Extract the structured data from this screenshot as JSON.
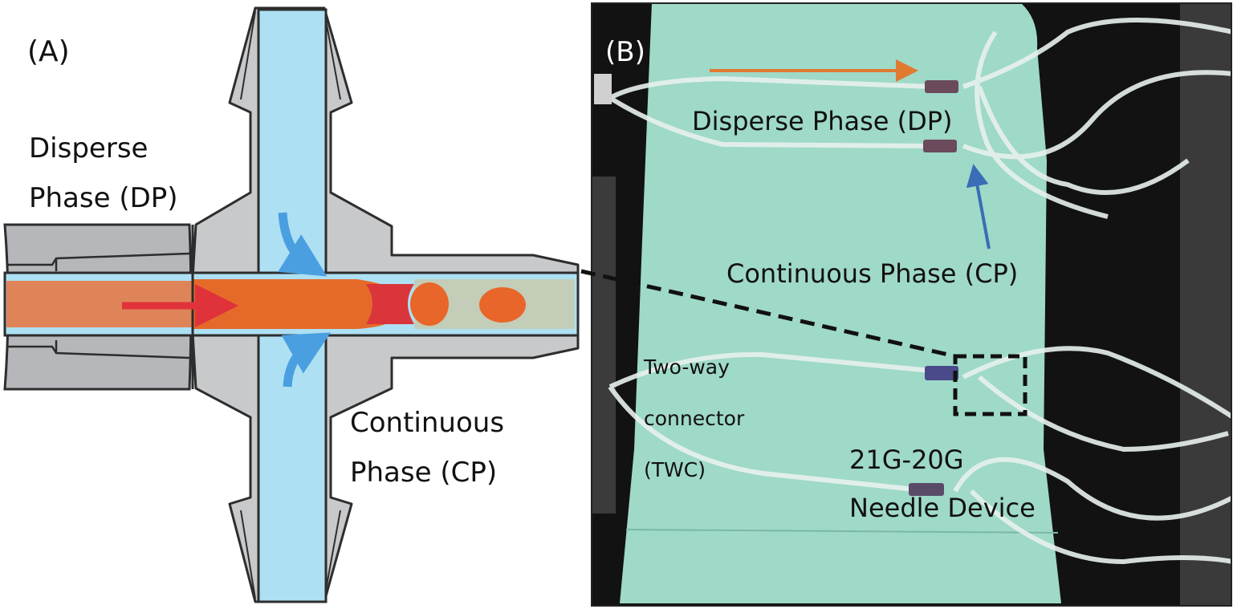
{
  "panel_a": {
    "tag": "(A)",
    "dp_label_line1": "Disperse",
    "dp_label_line2": "Phase (DP)",
    "cp_label_line1": "Continuous",
    "cp_label_line2": "Phase (CP)"
  },
  "panel_b": {
    "tag": "(B)",
    "dp_label": "Disperse Phase (DP)",
    "cp_label": "Continuous Phase (CP)",
    "twc_line1": "Two-way",
    "twc_line2": "connector",
    "twc_line3": "(TWC)",
    "needle_line1": "21G-20G",
    "needle_line2": "Needle Device"
  },
  "colors": {
    "body_gray": "#c8c9cb",
    "channel_blue": "#aee0f3",
    "disperse_orange": "#e56a2a",
    "droplet_orange": "#e8662a",
    "neck_red": "#d9353a",
    "flow_red_arrow": "#e0323a",
    "flow_blue_arrow": "#4a9fe0",
    "photo_bg": "#0f0f0f",
    "mat_green": "#9fd9c8",
    "photo_orange_arrow": "#e07a30",
    "photo_blue_arrow": "#3a6db5"
  }
}
